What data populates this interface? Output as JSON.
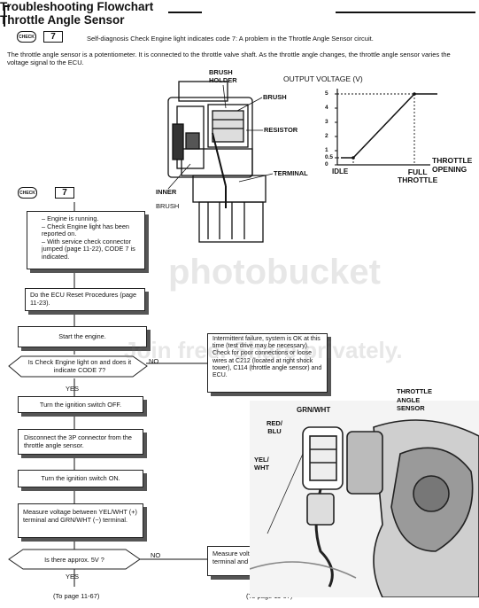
{
  "header": {
    "title_left": "Troubleshooting Flowchart",
    "title_right": "Throttle Angle Sensor"
  },
  "intro": {
    "code_number": "7",
    "mil_label": "CHECK",
    "code_text": "Self-diagnosis Check Engine light indicates code 7: A problem in the Throttle Angle Sensor circuit.",
    "description": "The throttle angle sensor is a potentiometer. It is connected to the throttle valve shaft. As the throttle angle changes, the throttle angle sensor varies the voltage signal to the ECU."
  },
  "sensor_diagram": {
    "labels": {
      "brush_holder": "BRUSH\nHOLDER",
      "brush": "BRUSH",
      "resistor": "RESISTOR",
      "terminal": "TERMINAL",
      "inner": "INNER",
      "brush2": "BRUSH"
    }
  },
  "output_chart": {
    "title": "OUTPUT VOLTAGE (V)",
    "y_ticks": [
      "5",
      "4",
      "3",
      "2",
      "1",
      "0.5",
      "0"
    ],
    "x_labels": {
      "idle": "IDLE",
      "full": "FULL\nTHROTTLE",
      "opening": "THROTTLE\nOPENING"
    }
  },
  "chart_data": {
    "type": "line",
    "title": "OUTPUT VOLTAGE (V)",
    "xlabel": "THROTTLE OPENING",
    "ylabel": "OUTPUT VOLTAGE (V)",
    "x": [
      "IDLE",
      "FULL THROTTLE"
    ],
    "series": [
      {
        "values": [
          0.5,
          5
        ]
      }
    ],
    "ylim": [
      0,
      5
    ]
  },
  "flowchart": {
    "code_number": "7",
    "mil_label": "CHECK",
    "start_items": [
      "Engine is running.",
      "Check Engine light has been reported on.",
      "With service check connector jumped (page 11-22), CODE 7 is indicated."
    ],
    "step_reset": "Do the ECU Reset Procedures (page 11-23).",
    "step_start": "Start the engine.",
    "decision1": "Is Check Engine light on and does it indicate CODE 7?",
    "decision1_no": "NO",
    "decision1_yes": "YES",
    "intermittent": "Intermittent failure, system is OK at this time (test drive may be necessary). Check for poor connections or loose wires at C212 (located at right shock tower), C114 (throttle angle sensor) and ECU.",
    "step_ign_off": "Turn the ignition switch OFF.",
    "step_disconnect": "Disconnect the 3P connector from the throttle angle sensor.",
    "step_ign_on": "Turn the ignition switch ON.",
    "step_measure": "Measure voltage between YEL/WHT (+) terminal and GRN/WHT (−) terminal.",
    "decision2": "Is there approx. 5V ?",
    "decision2_no": "NO",
    "decision2_yes": "YES",
    "measure_ground": "Measure voltage between YEL/WHT (+) terminal and body ground.",
    "goto_left": "(To page 11-67)",
    "goto_right": "(To page 11-67)"
  },
  "connector_photo": {
    "grn_wht": "GRN/WHT",
    "red_blu": "RED/\nBLU",
    "yel_wht": "YEL/\nWHT",
    "sensor_label": "THROTTLE\nANGLE\nSENSOR"
  },
  "watermark": {
    "brand": "photobucket",
    "slogan": "Join free. Share privately."
  }
}
